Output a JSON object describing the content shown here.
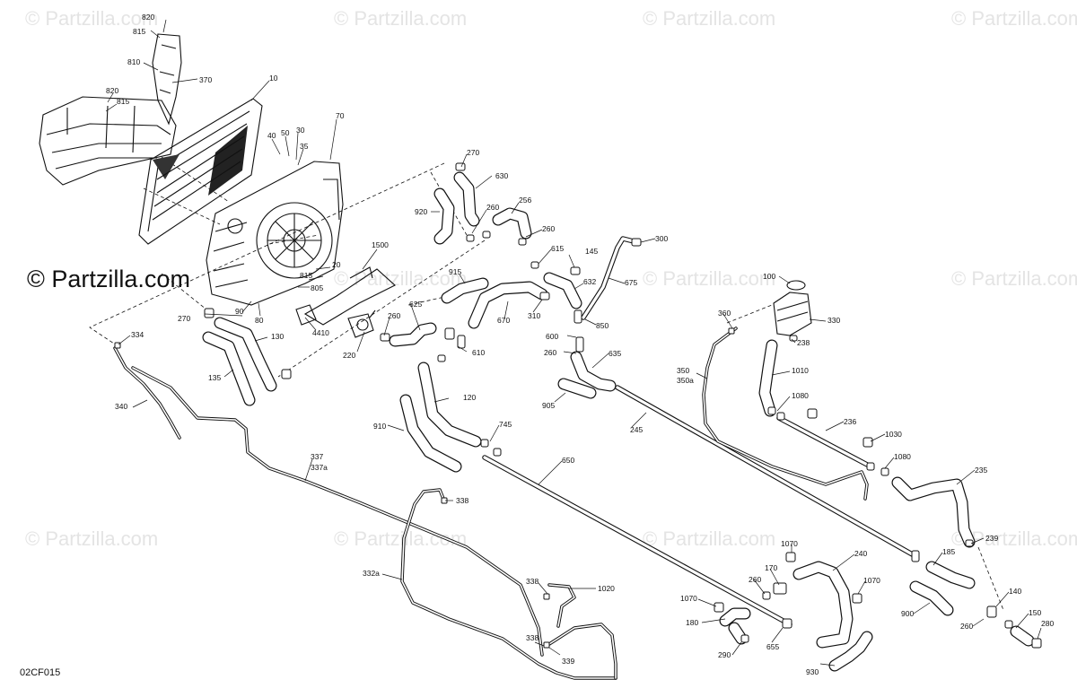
{
  "watermark": {
    "faint_text": "© Partzilla.com",
    "bold_text": "© Partzilla.com"
  },
  "diagram_code": "02CF015",
  "callouts": {
    "820a": "820",
    "815a": "815",
    "810": "810",
    "370": "370",
    "820b": "820",
    "815b": "815",
    "10": "10",
    "70": "70",
    "40": "40",
    "50": "50",
    "30": "30",
    "35": "35",
    "1500": "1500",
    "815c": "815",
    "20": "20",
    "805": "805",
    "90": "90",
    "80": "80",
    "270a": "270",
    "4410": "4410",
    "334": "334",
    "130": "130",
    "135": "135",
    "340": "340",
    "337": "337",
    "337a": "337a",
    "332a": "332a",
    "338a": "338",
    "338b": "338",
    "1020": "1020",
    "338c": "338",
    "339": "339",
    "270b": "270",
    "630": "630",
    "920": "920",
    "260a": "260",
    "256": "256",
    "260b": "260",
    "615": "615",
    "145": "145",
    "300": "300",
    "915": "915",
    "632": "632",
    "675": "675",
    "670": "670",
    "310": "310",
    "625": "625",
    "260c": "260",
    "220": "220",
    "610": "610",
    "850": "850",
    "600": "600",
    "260d": "260",
    "635": "635",
    "120": "120",
    "905": "905",
    "245": "245",
    "910": "910",
    "745": "745",
    "650": "650",
    "100": "100",
    "360": "360",
    "330": "330",
    "238": "238",
    "350": "350",
    "350a": "350a",
    "1010": "1010",
    "1080a": "1080",
    "236": "236",
    "1030": "1030",
    "1080b": "1080",
    "235": "235",
    "239": "239",
    "185": "185",
    "1070a": "1070",
    "240": "240",
    "170": "170",
    "260e": "260",
    "1070b": "1070",
    "1070c": "1070",
    "180": "180",
    "290": "290",
    "655": "655",
    "930": "930",
    "900": "900",
    "140": "140",
    "260f": "260",
    "150": "150",
    "280": "280"
  }
}
